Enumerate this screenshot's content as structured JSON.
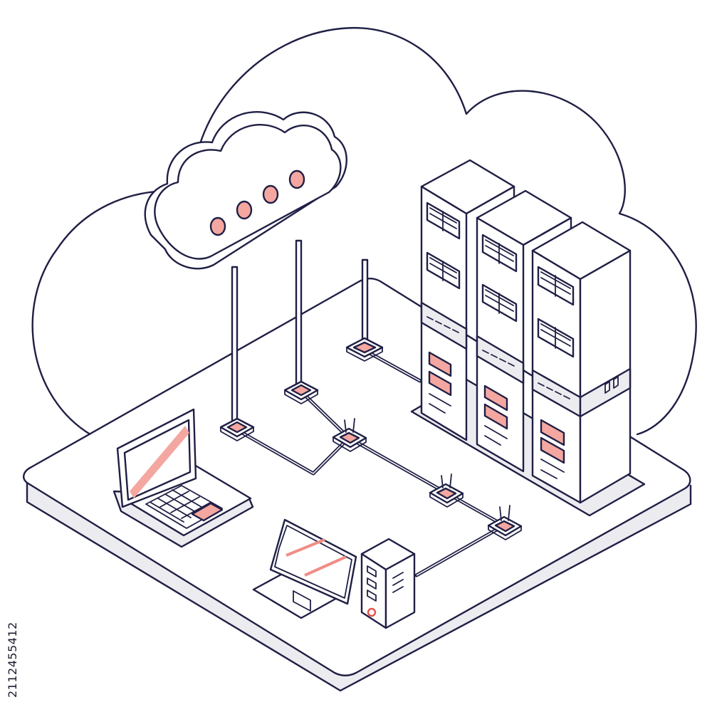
{
  "stock_id": "2112455412",
  "colors": {
    "ink": "#1f1f45",
    "accent": "#f4a7a0",
    "base": "#ffffff",
    "slab_side": "#ecebef"
  },
  "scene": {
    "background": "cloud-outline",
    "platform": "isometric-slab",
    "cloud_dots": 4,
    "server_racks": 3,
    "antennas": 3,
    "wifi_routers": 3,
    "devices": [
      "laptop",
      "monitor",
      "desktop-tower"
    ]
  }
}
